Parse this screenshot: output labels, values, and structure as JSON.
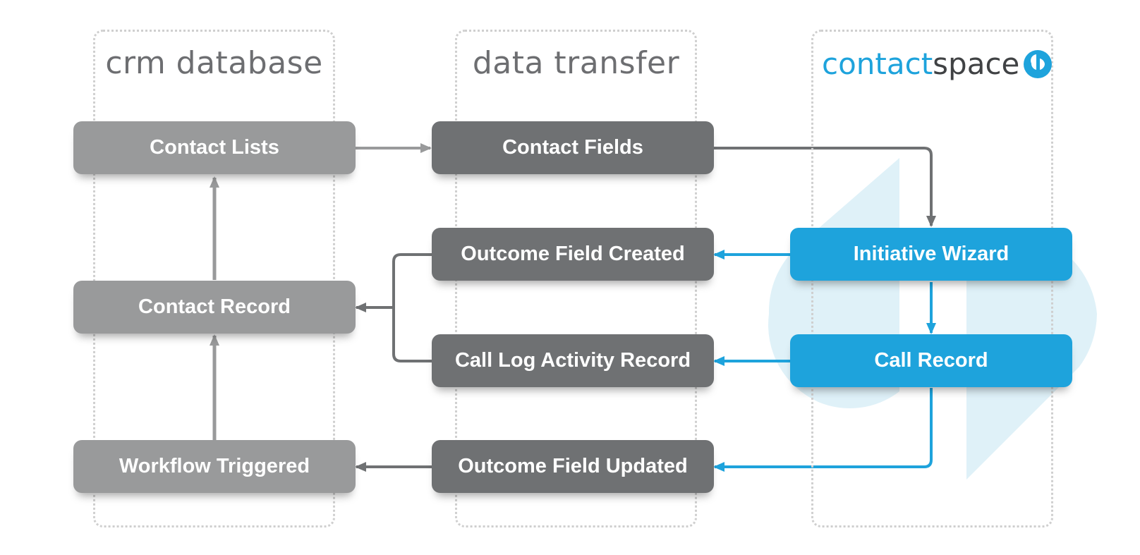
{
  "colors": {
    "crm_box": "#999a9b",
    "transfer_box": "#6f7173",
    "contactspace_box": "#1ea3dc",
    "column_border": "#cfcfcf",
    "background_shape": "#dff1f8"
  },
  "columns": {
    "crm": {
      "title": "crm database"
    },
    "transfer": {
      "title": "data transfer"
    },
    "contactspace": {
      "logo_part1": "contact",
      "logo_part2": "space",
      "logo_icon": "contactspace-logo-icon"
    }
  },
  "nodes": {
    "contact_lists": "Contact Lists",
    "contact_record": "Contact Record",
    "workflow_triggered": "Workflow Triggered",
    "contact_fields": "Contact Fields",
    "outcome_field_created": "Outcome Field Created",
    "call_log_activity_record": "Call Log Activity Record",
    "outcome_field_updated": "Outcome Field Updated",
    "initiative_wizard": "Initiative Wizard",
    "call_record": "Call Record"
  }
}
